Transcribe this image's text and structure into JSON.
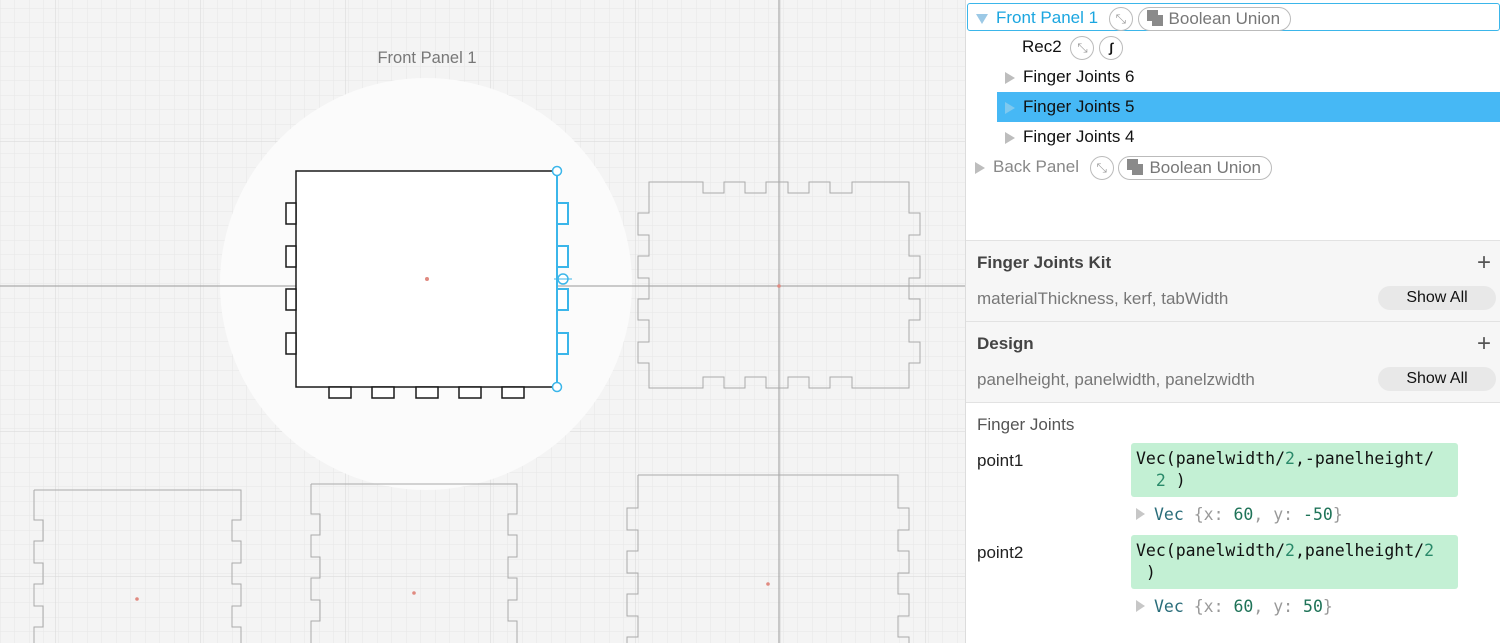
{
  "canvas": {
    "selected_label": "Front Panel 1"
  },
  "tree": {
    "items": [
      {
        "label": "Front Panel 1",
        "badge": "Boolean Union"
      },
      {
        "label": "Rec2"
      },
      {
        "label": "Finger Joints 6"
      },
      {
        "label": "Finger Joints 5"
      },
      {
        "label": "Finger Joints 4"
      },
      {
        "label": "Back Panel",
        "badge": "Boolean Union"
      }
    ]
  },
  "kit": {
    "title": "Finger Joints Kit",
    "params": "materialThickness, kerf, tabWidth",
    "show_all": "Show All"
  },
  "design": {
    "title": "Design",
    "params": "panelheight, panelwidth, panelzwidth",
    "show_all": "Show All"
  },
  "inspector": {
    "title": "Finger Joints",
    "props": [
      {
        "name": "point1",
        "expr_a": "Vec(panelwidth/",
        "expr_num": "2",
        "expr_b": ",-panelheight/",
        "expr_line2_num": "2",
        "expr_line2": " )",
        "result_type": "Vec",
        "result_x": "60",
        "result_y": "-50"
      },
      {
        "name": "point2",
        "expr_a": "Vec(panelwidth/",
        "expr_num": "2",
        "expr_b": ",panelheight/",
        "expr_b_num": "2",
        "expr_line2": " )",
        "result_type": "Vec",
        "result_x": "60",
        "result_y": "50"
      }
    ]
  },
  "colors": {
    "accent": "#3bb6ea",
    "selection": "#46b8f5",
    "code_bg": "#c3f0d4"
  }
}
